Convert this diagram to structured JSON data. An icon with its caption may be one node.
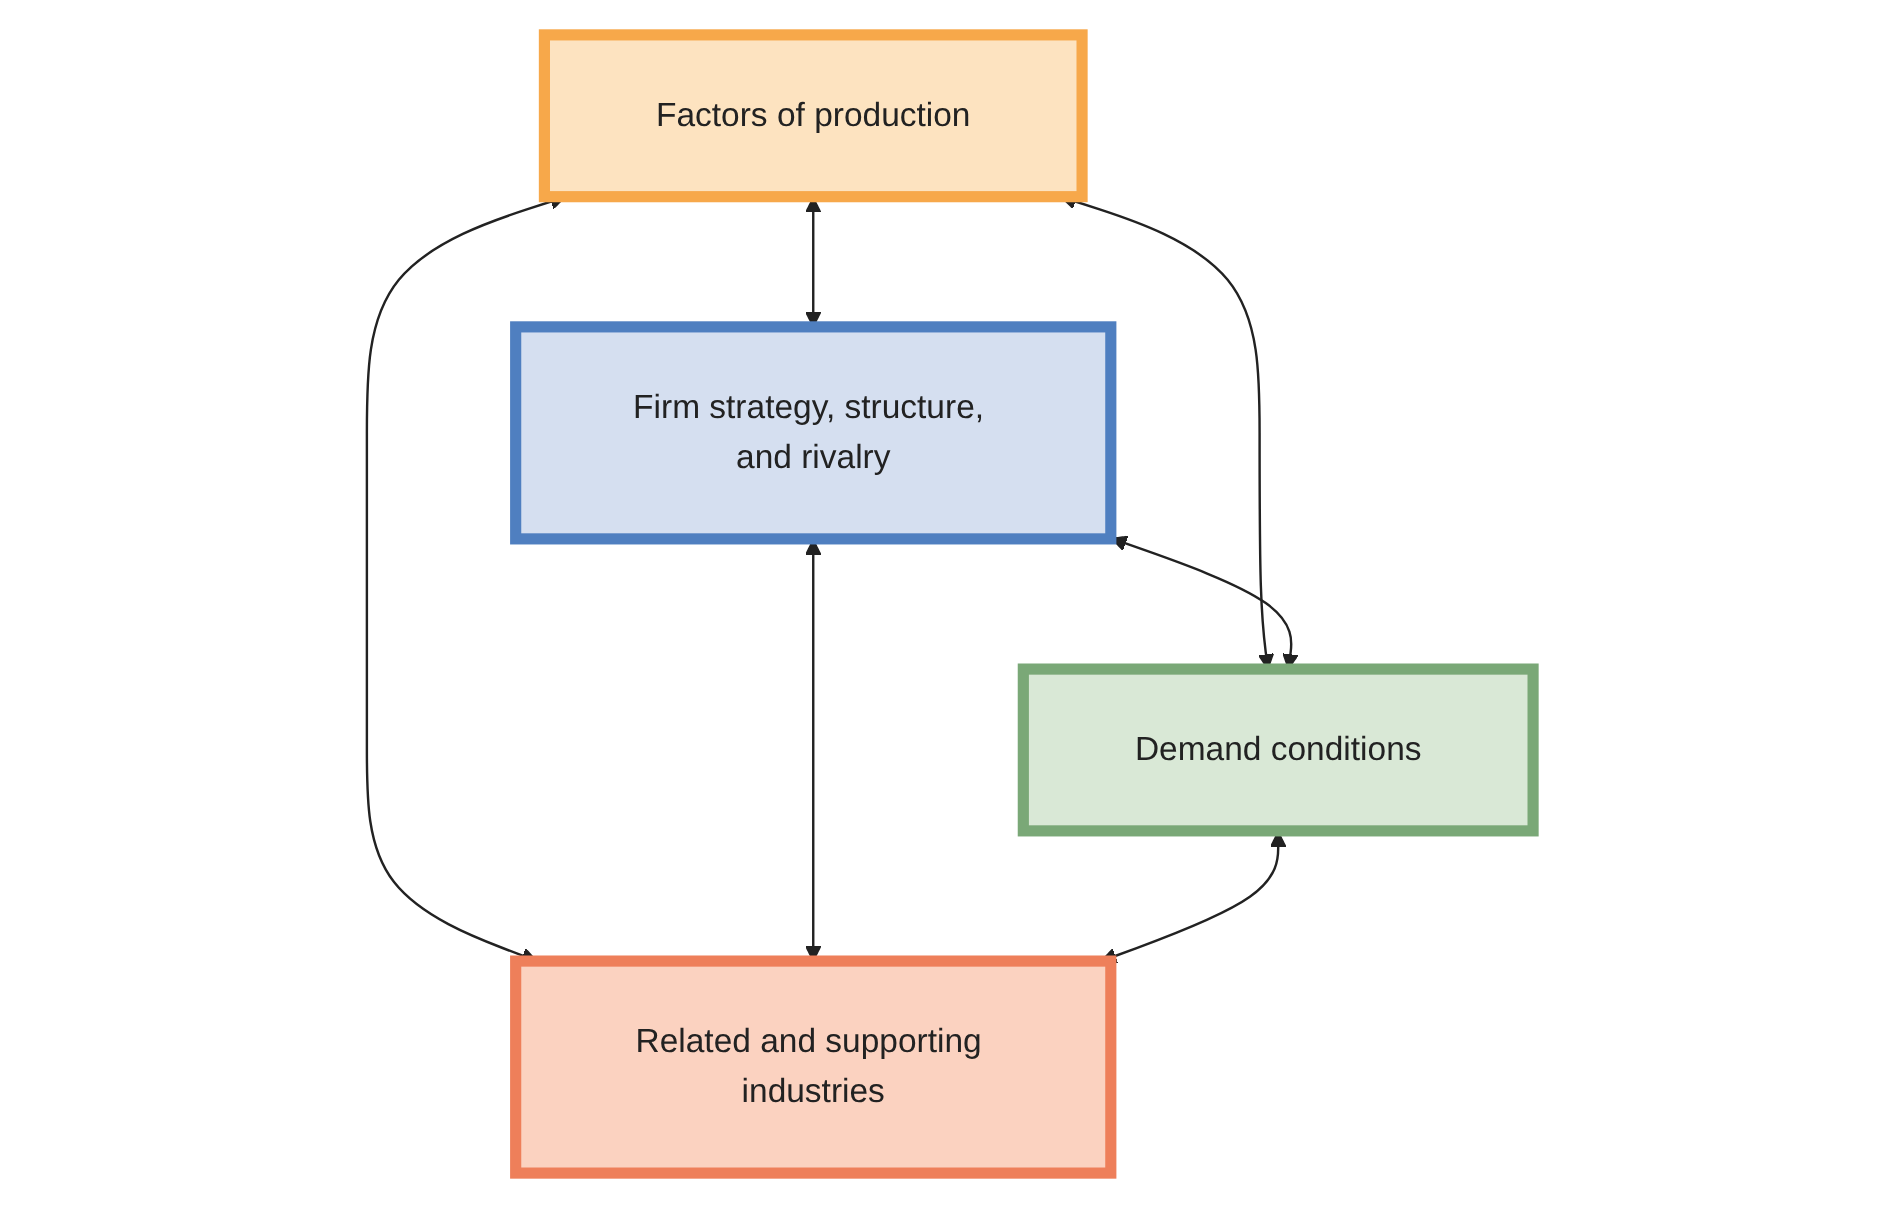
{
  "diagram": {
    "nodes": [
      {
        "text": [
          "Factors of production"
        ]
      },
      {
        "text": [
          "Firm strategy, structure, and rivalry"
        ]
      },
      {
        "text": [
          "Demand conditions"
        ]
      },
      {
        "text": [
          "Related and supporting industries"
        ]
      }
    ],
    "edges": [
      {
        "from": 0,
        "to": 1,
        "arrow": "both"
      },
      {
        "from": 0,
        "to": 2,
        "arrow": "both"
      },
      {
        "from": 0,
        "to": 3,
        "arrow": "both"
      },
      {
        "from": 1,
        "to": 2,
        "arrow": "both"
      },
      {
        "from": 1,
        "to": 3,
        "arrow": "both"
      },
      {
        "from": 2,
        "to": 3,
        "arrow": "both"
      }
    ]
  }
}
